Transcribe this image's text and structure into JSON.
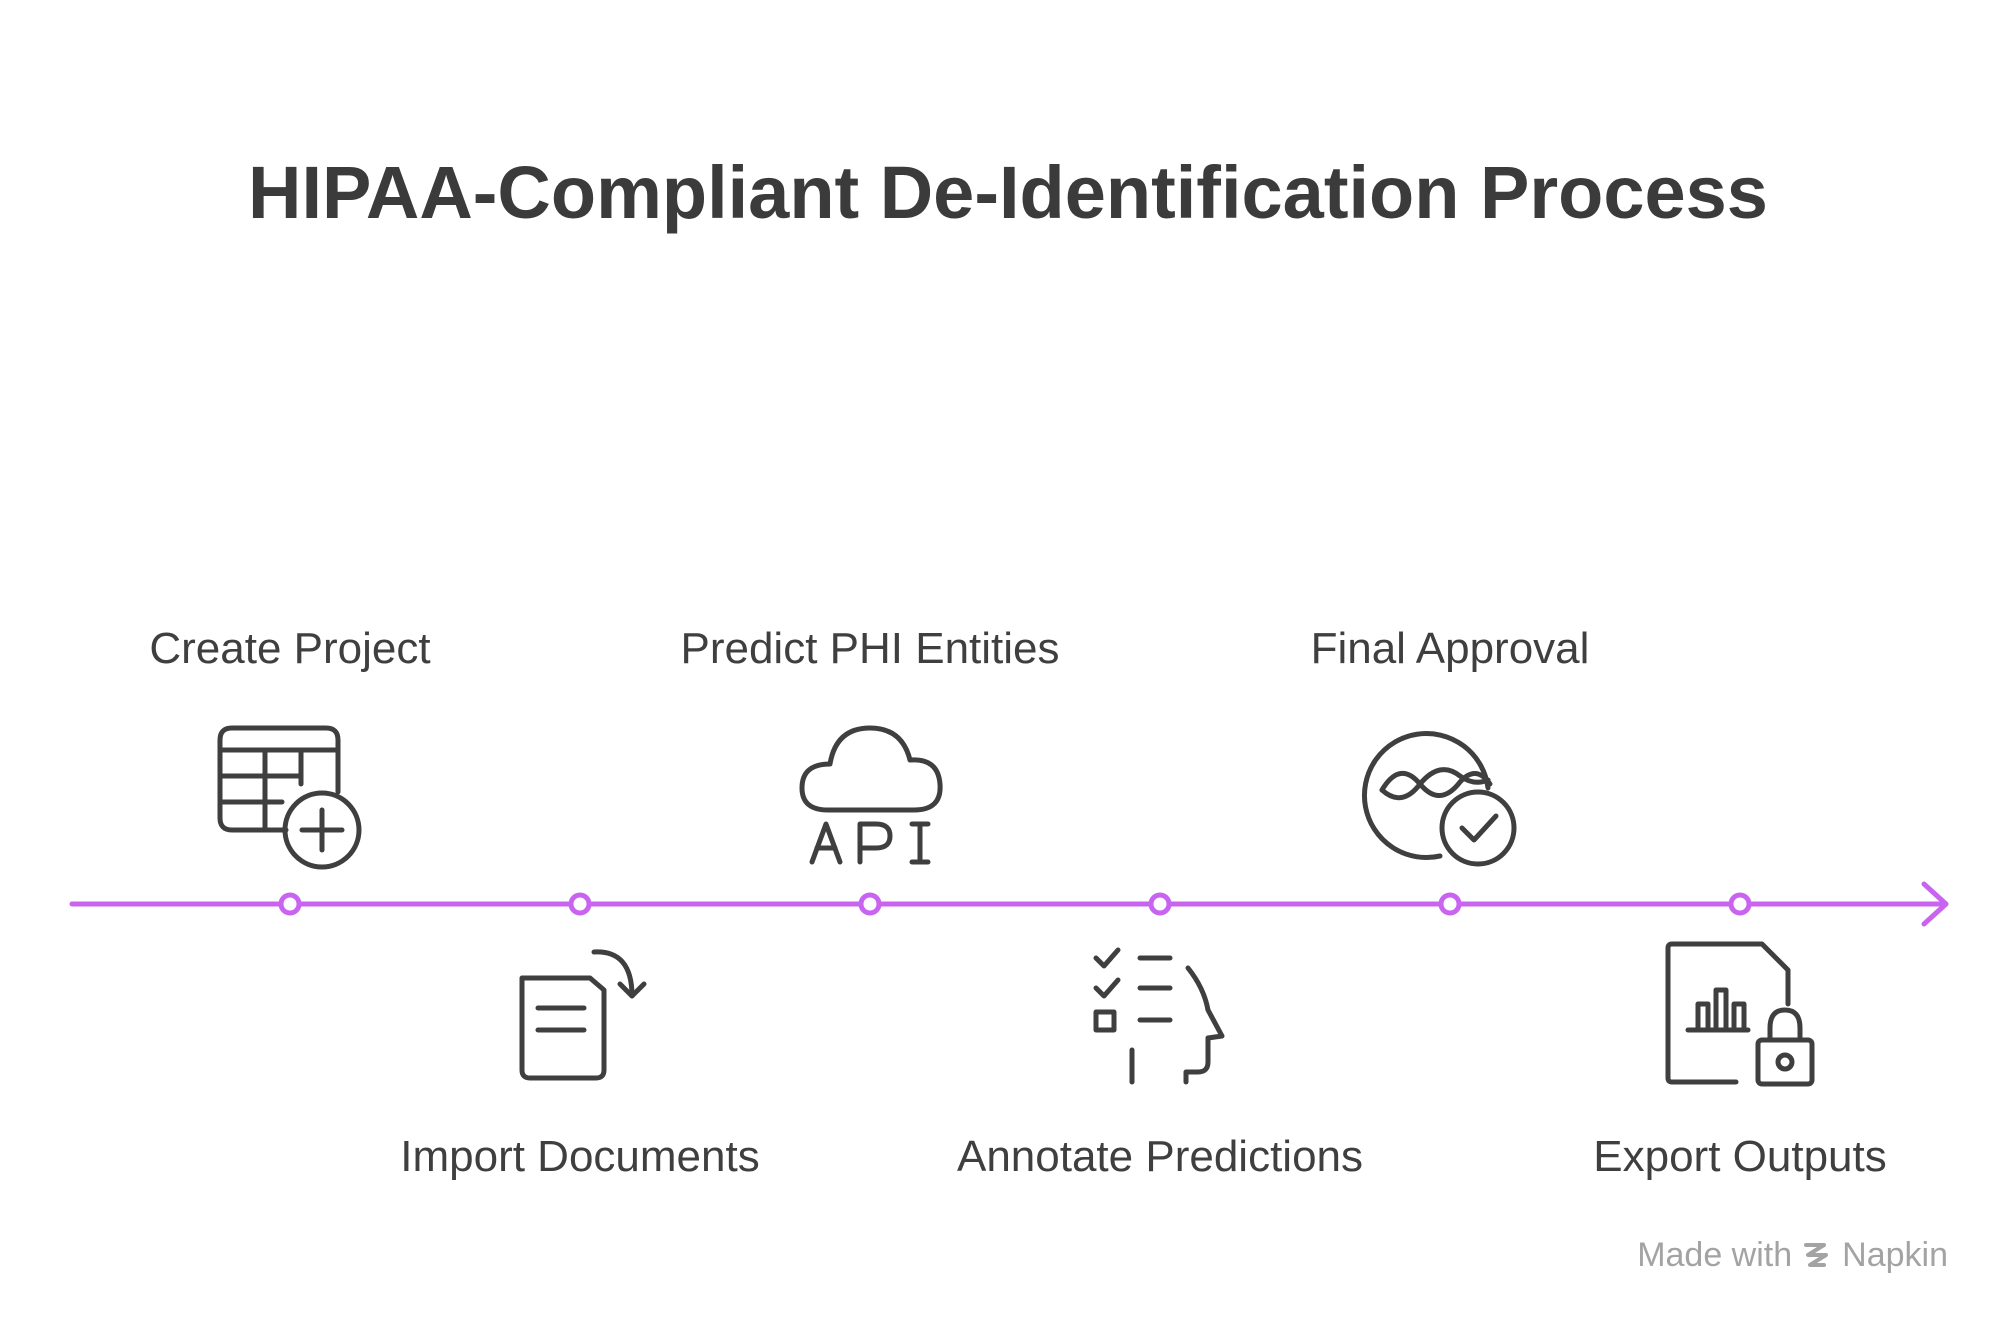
{
  "title": "HIPAA-Compliant De-Identification Process",
  "timeline_color": "#c864f0",
  "text_color": "#3f3f3f",
  "steps": [
    {
      "label": "Create Project",
      "position": "top",
      "icon": "table-add-icon"
    },
    {
      "label": "Import Documents",
      "position": "bottom",
      "icon": "document-import-icon"
    },
    {
      "label": "Predict PHI Entities",
      "position": "top",
      "icon": "cloud-api-icon"
    },
    {
      "label": "Annotate Predictions",
      "position": "bottom",
      "icon": "checklist-head-icon"
    },
    {
      "label": "Final Approval",
      "position": "top",
      "icon": "approval-check-icon"
    },
    {
      "label": "Export Outputs",
      "position": "bottom",
      "icon": "locked-report-icon"
    }
  ],
  "footer": {
    "made_with": "Made with",
    "brand": "Napkin",
    "brand_icon": "napkin-logo-icon"
  }
}
